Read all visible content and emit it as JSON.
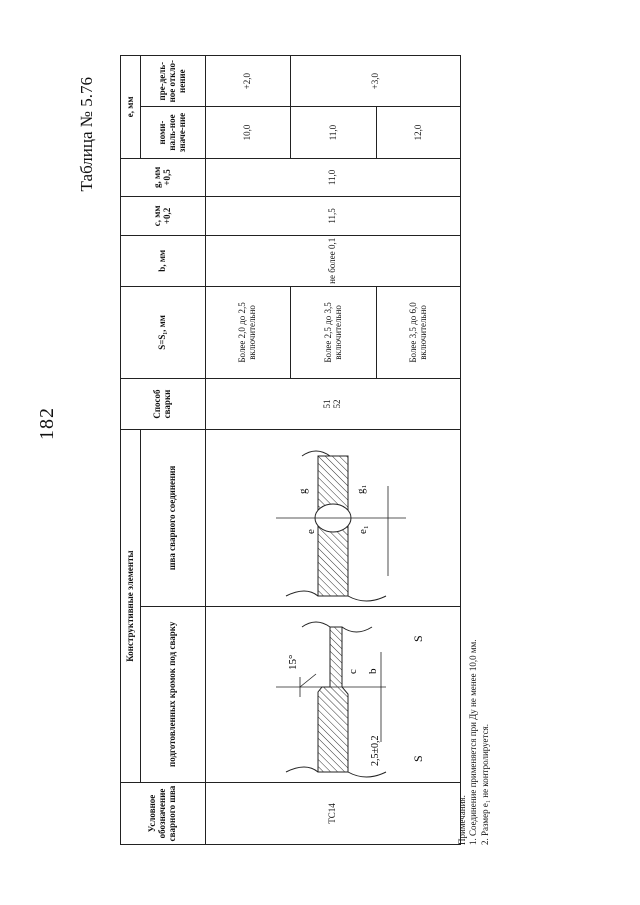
{
  "page_number": "182",
  "table_title": "Таблица № 5.76",
  "headers": {
    "designation": "Условное обозначение сварного шва",
    "constructive": "Конструктивные элементы",
    "prepared_edges": "подготовленных кромок под сварку",
    "weld_seam": "шва сварного соединения",
    "method": "Способ сварки",
    "thickness": "S=S₁, мм",
    "b": "b, мм",
    "c": "с, мм +0,2",
    "g": "g, мм +0,5",
    "e": "е, мм",
    "e_nominal": "номи-наль-ное значе-ние",
    "e_deviation": "пре-дель-ное откло-нение"
  },
  "row": {
    "designation": "ТС14",
    "methods": [
      "51",
      "52"
    ],
    "b_value": "не более 0,1",
    "c_value": "11,5",
    "g_value": "11,0",
    "ranges": [
      {
        "s": "Более 2,0 до 2,5 включительно",
        "e_nominal": "10,0",
        "e_deviation": "+2,0"
      },
      {
        "s": "Более 2,5 до 3,5 включительно",
        "e_nominal": "11,0",
        "e_deviation": "+3,0"
      },
      {
        "s": "Более 3,5 до 6,0 включительно",
        "e_nominal": "12,0",
        "e_deviation": ""
      }
    ]
  },
  "drawing_labels": {
    "s_top": "S",
    "s_bottom": "S",
    "angle": "15°",
    "dimension": "2,5±0,2",
    "b": "b",
    "c": "c",
    "e": "e",
    "e1": "e₁",
    "g": "g",
    "g1": "g₁"
  },
  "notes": {
    "title": "Примечания.",
    "items": [
      "1. Соединение применяется при Ду не менее 10,0 мм.",
      "2. Размер e₁ не контролируется."
    ]
  }
}
